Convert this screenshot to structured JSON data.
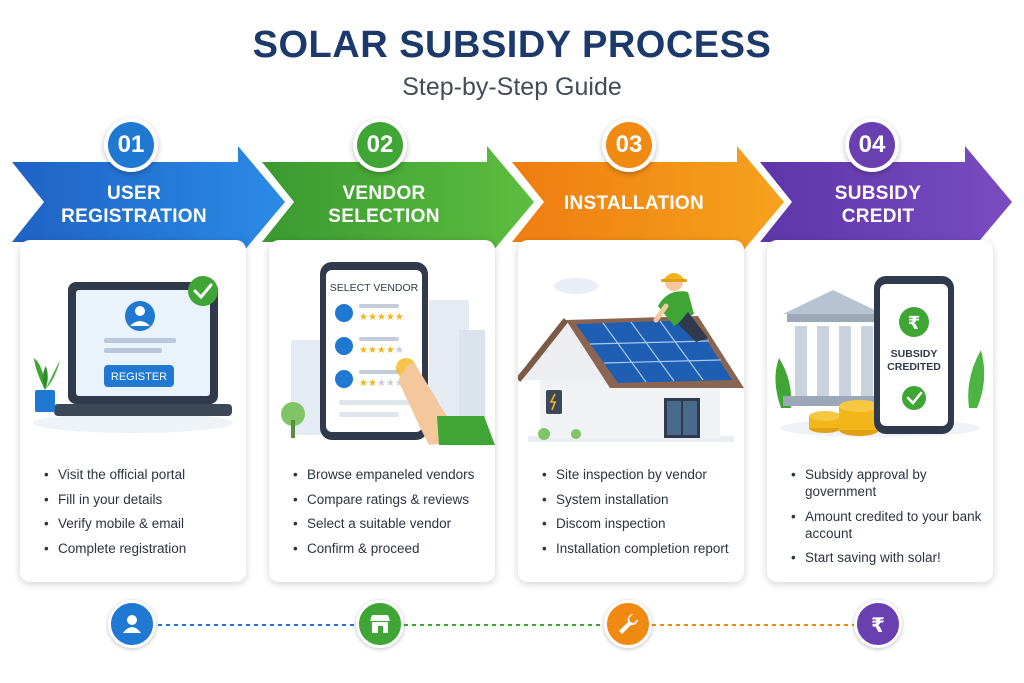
{
  "header": {
    "title": "SOLAR SUBSIDY PROCESS",
    "subtitle": "Step-by-Step Guide"
  },
  "colors": {
    "blue": "#1f78d1",
    "green": "#3fa535",
    "orange": "#f08a12",
    "purple": "#6a3fb0",
    "title": "#1b3a6b"
  },
  "steps": [
    {
      "number": "01",
      "title_line1": "USER",
      "title_line2": "REGISTRATION",
      "illustration": {
        "button": "REGISTER"
      },
      "bullets": [
        "Visit the official portal",
        "Fill in your details",
        "Verify mobile & email",
        "Complete registration"
      ],
      "timeline_icon": "user-icon"
    },
    {
      "number": "02",
      "title_line1": "VENDOR",
      "title_line2": "SELECTION",
      "illustration": {
        "heading": "SELECT VENDOR"
      },
      "bullets": [
        "Browse empaneled vendors",
        "Compare ratings & reviews",
        "Select a suitable vendor",
        "Confirm & proceed"
      ],
      "timeline_icon": "store-icon"
    },
    {
      "number": "03",
      "title_line1": "INSTALLATION",
      "title_line2": "",
      "bullets": [
        "Site inspection by vendor",
        "System installation",
        "Discom inspection",
        "Installation completion report"
      ],
      "timeline_icon": "wrench-icon"
    },
    {
      "number": "04",
      "title_line1": "SUBSIDY",
      "title_line2": "CREDIT",
      "illustration": {
        "line1": "SUBSIDY",
        "line2": "CREDITED"
      },
      "bullets": [
        "Subsidy approval by government",
        "Amount credited to your bank account",
        "Start saving with solar!"
      ],
      "timeline_icon": "rupee-icon"
    }
  ]
}
